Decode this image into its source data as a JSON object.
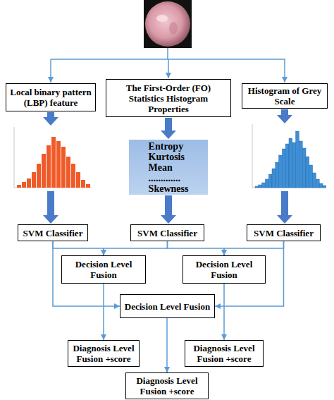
{
  "diagram": {
    "nodes": [
      {
        "text": [
          "Local binary pattern (LBP) feature"
        ]
      },
      {
        "text": [
          "The First-Order (FO) Statistics Histogram Properties"
        ]
      },
      {
        "text": [
          "Histogram of Grey Scale"
        ]
      },
      {
        "text": [
          "Entropy Kurtosis Mean ............. Skewness"
        ]
      },
      {
        "text": [
          "SVM Classifier"
        ]
      },
      {
        "text": [
          "SVM Classifier"
        ]
      },
      {
        "text": [
          "SVM Classifier"
        ]
      },
      {
        "text": [
          "Decision Level Fusion"
        ]
      },
      {
        "text": [
          "Decision Level Fusion"
        ]
      },
      {
        "text": [
          "Decision Level Fusion"
        ]
      },
      {
        "text": [
          "Diagnosis Level Fusion +score"
        ]
      },
      {
        "text": [
          "Diagnosis Level Fusion +score"
        ]
      },
      {
        "text": [
          "Diagnosis Level Fusion +score"
        ]
      }
    ],
    "edges": [
      {
        "from": 1,
        "to": 3,
        "arrow": "to"
      },
      {
        "from": 3,
        "to": 5,
        "arrow": "to"
      },
      {
        "from": 4,
        "to": 7,
        "arrow": "to"
      },
      {
        "from": 5,
        "to": 7,
        "arrow": "to"
      },
      {
        "from": 5,
        "to": 8,
        "arrow": "to"
      },
      {
        "from": 6,
        "to": 8,
        "arrow": "to"
      },
      {
        "from": 4,
        "to": 9,
        "arrow": "to"
      },
      {
        "from": 6,
        "to": 9,
        "arrow": "to"
      },
      {
        "from": 7,
        "to": 10,
        "arrow": "to"
      },
      {
        "from": 8,
        "to": 11,
        "arrow": "to"
      },
      {
        "from": 9,
        "to": 12,
        "arrow": "to"
      }
    ]
  }
}
